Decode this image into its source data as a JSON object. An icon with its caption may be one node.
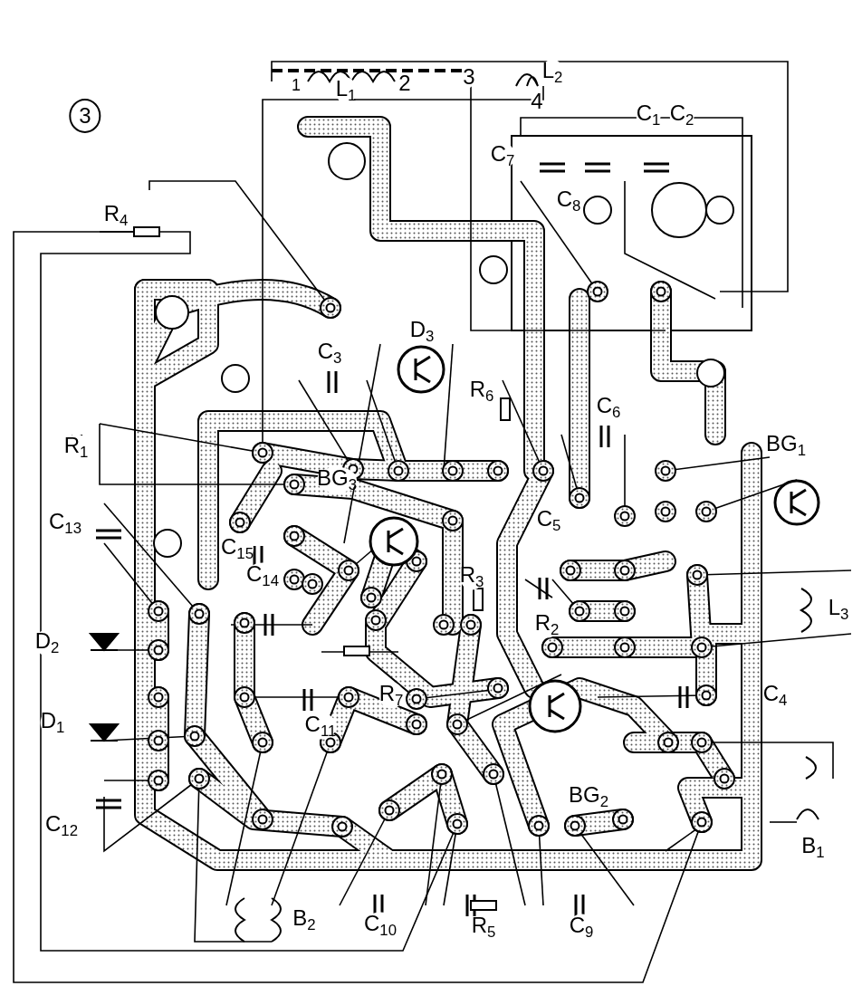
{
  "diagram": {
    "labels": [
      "3",
      "1",
      "L$_{1}$",
      "2",
      "3",
      "L$_{2}$",
      "4",
      "C$_{1}$",
      "C$_{2}$",
      "C$_{7}$",
      "C$_{8}$",
      "R$_{4}$",
      "D$_{3}$",
      "C$_{3}$",
      "R$_{6}$",
      "R$_{1}$",
      "C$_{6}$",
      "BG$_{1}$",
      "BG$_{3}$",
      "C$_{5}$",
      "C$_{13}$",
      "C$_{15}$",
      "C$_{14}$",
      "R$_{3}$",
      "L$_{3}$",
      "D$_{2}$",
      "R$_{2}$",
      "C$_{4}$",
      "R$_{7}$",
      "C$_{11}$",
      "D$_{1}$",
      "BG$_{2}$",
      "B$_{1}$",
      "C$_{12}$",
      "B$_{2}$",
      "C$_{10}$",
      "R$_{5}$",
      "C$_{9}$"
    ]
  }
}
